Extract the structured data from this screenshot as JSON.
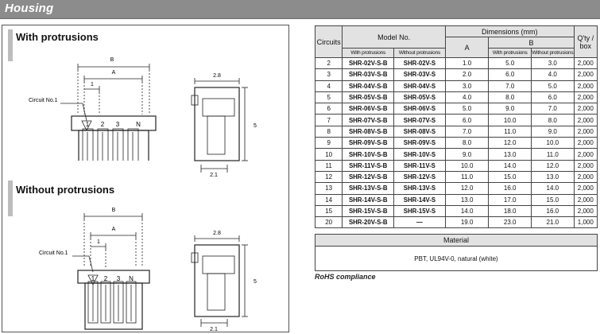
{
  "header": {
    "title": "Housing"
  },
  "left": {
    "with_title": "With protrusions",
    "without_title": "Without protrusions",
    "drawing_labels": {
      "dim_b": "B",
      "dim_a": "A",
      "dim_1": "1",
      "circuit": "Circuit No.1",
      "pin_1": "1",
      "pin_2": "2",
      "pin_3": "3",
      "pin_n": "N",
      "side_top": "2.8",
      "side_height": "5",
      "side_bottom": "2.1"
    }
  },
  "table": {
    "head": {
      "circuits": "Circuits",
      "model": "Model No.",
      "dimensions": "Dimensions (mm)",
      "qty": "Q'ty /",
      "qty2": "box",
      "a": "A",
      "b": "B",
      "with_prot": "With protrusions",
      "without_prot": "Without protrusions",
      "b_with": "With protrusions",
      "b_without": "Without protrusions"
    },
    "rows": [
      {
        "c": "2",
        "m1": "SHR-02V-S-B",
        "m2": "SHR-02V-S",
        "a": "1.0",
        "b1": "5.0",
        "b2": "3.0",
        "q": "2,000"
      },
      {
        "c": "3",
        "m1": "SHR-03V-S-B",
        "m2": "SHR-03V-S",
        "a": "2.0",
        "b1": "6.0",
        "b2": "4.0",
        "q": "2,000"
      },
      {
        "c": "4",
        "m1": "SHR-04V-S-B",
        "m2": "SHR-04V-S",
        "a": "3.0",
        "b1": "7.0",
        "b2": "5.0",
        "q": "2,000"
      },
      {
        "c": "5",
        "m1": "SHR-05V-S-B",
        "m2": "SHR-05V-S",
        "a": "4.0",
        "b1": "8.0",
        "b2": "6.0",
        "q": "2,000"
      },
      {
        "c": "6",
        "m1": "SHR-06V-S-B",
        "m2": "SHR-06V-S",
        "a": "5.0",
        "b1": "9.0",
        "b2": "7.0",
        "q": "2,000"
      },
      {
        "c": "7",
        "m1": "SHR-07V-S-B",
        "m2": "SHR-07V-S",
        "a": "6.0",
        "b1": "10.0",
        "b2": "8.0",
        "q": "2,000"
      },
      {
        "c": "8",
        "m1": "SHR-08V-S-B",
        "m2": "SHR-08V-S",
        "a": "7.0",
        "b1": "11.0",
        "b2": "9.0",
        "q": "2,000"
      },
      {
        "c": "9",
        "m1": "SHR-09V-S-B",
        "m2": "SHR-09V-S",
        "a": "8.0",
        "b1": "12.0",
        "b2": "10.0",
        "q": "2,000"
      },
      {
        "c": "10",
        "m1": "SHR-10V-S-B",
        "m2": "SHR-10V-S",
        "a": "9.0",
        "b1": "13.0",
        "b2": "11.0",
        "q": "2,000"
      },
      {
        "c": "11",
        "m1": "SHR-11V-S-B",
        "m2": "SHR-11V-S",
        "a": "10.0",
        "b1": "14.0",
        "b2": "12.0",
        "q": "2,000"
      },
      {
        "c": "12",
        "m1": "SHR-12V-S-B",
        "m2": "SHR-12V-S",
        "a": "11.0",
        "b1": "15.0",
        "b2": "13.0",
        "q": "2,000"
      },
      {
        "c": "13",
        "m1": "SHR-13V-S-B",
        "m2": "SHR-13V-S",
        "a": "12.0",
        "b1": "16.0",
        "b2": "14.0",
        "q": "2,000"
      },
      {
        "c": "14",
        "m1": "SHR-14V-S-B",
        "m2": "SHR-14V-S",
        "a": "13.0",
        "b1": "17.0",
        "b2": "15.0",
        "q": "2,000"
      },
      {
        "c": "15",
        "m1": "SHR-15V-S-B",
        "m2": "SHR-15V-S",
        "a": "14.0",
        "b1": "18.0",
        "b2": "16.0",
        "q": "2,000"
      },
      {
        "c": "20",
        "m1": "SHR-20V-S-B",
        "m2": "—",
        "a": "19.0",
        "b1": "23.0",
        "b2": "21.0",
        "q": "1,000"
      }
    ]
  },
  "material": {
    "label": "Material",
    "value": "PBT, UL94V-0, natural (white)"
  },
  "rohs": "RoHS compliance"
}
